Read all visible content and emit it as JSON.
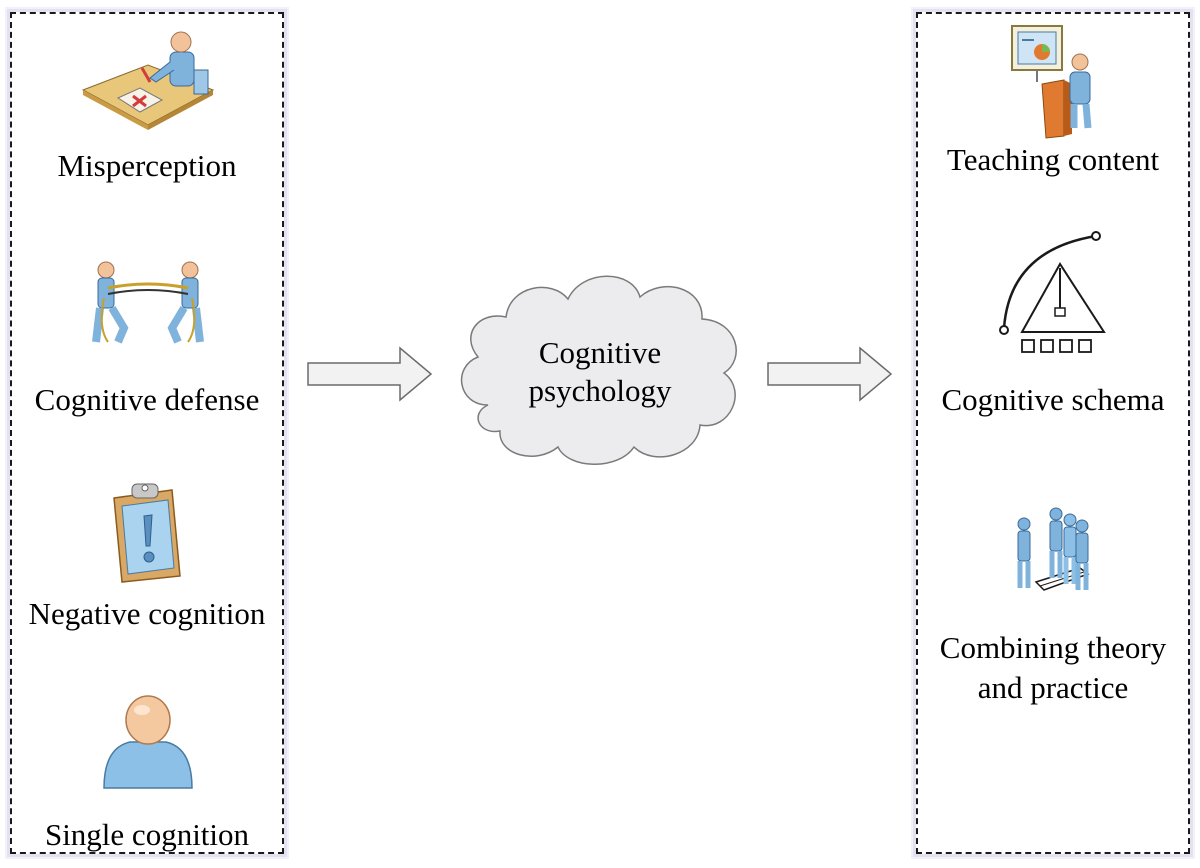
{
  "left_panel": {
    "items": [
      {
        "label": "Misperception",
        "icon": "desk-worker-icon"
      },
      {
        "label": "Cognitive defense",
        "icon": "tug-of-war-icon"
      },
      {
        "label": "Negative cognition",
        "icon": "warning-clipboard-icon"
      },
      {
        "label": "Single cognition",
        "icon": "person-icon"
      }
    ]
  },
  "center": {
    "cloud_line1": "Cognitive",
    "cloud_line2": "psychology",
    "arrow_fill": "#f2f2f2",
    "cloud_fill": "#ececee"
  },
  "right_panel": {
    "items": [
      {
        "label": "Teaching content",
        "icon": "presenter-icon"
      },
      {
        "label": "Cognitive schema",
        "icon": "schema-gauge-icon"
      },
      {
        "label": "Combining theory",
        "label_line2": "and practice",
        "icon": "group-people-icon"
      }
    ]
  },
  "colors": {
    "border": "#1a1a1a",
    "figure_blue": "#7fb3dc",
    "desk_tan": "#e9c77a",
    "skin": "#f2c39a"
  }
}
